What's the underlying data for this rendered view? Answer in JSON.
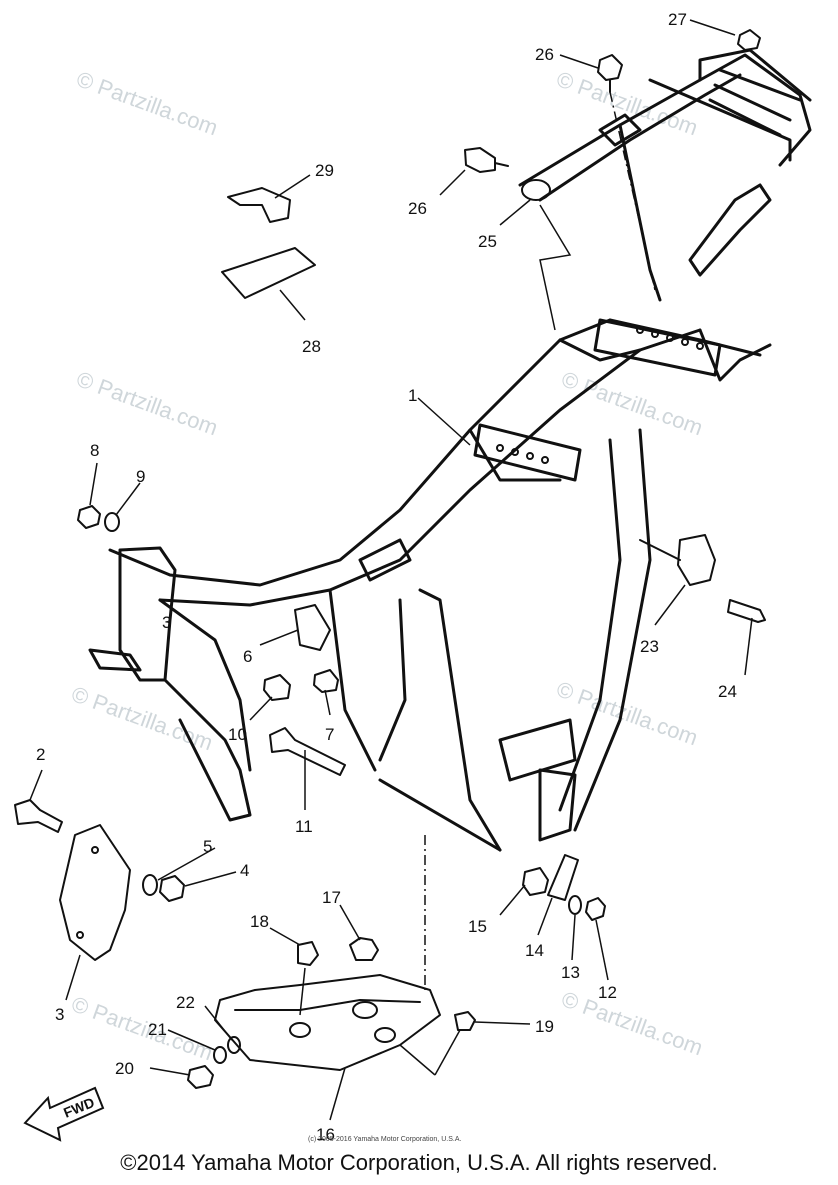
{
  "watermark": {
    "text": "© Partzilla.com"
  },
  "footer": {
    "copyright": "©2014 Yamaha Motor Corporation, U.S.A. All rights reserved.",
    "small_copyright": "(c) 2005-2016 Yamaha Motor Corporation, U.S.A."
  },
  "callouts": [
    "1",
    "2",
    "3",
    "3",
    "4",
    "5",
    "6",
    "7",
    "8",
    "9",
    "10",
    "11",
    "12",
    "13",
    "14",
    "15",
    "16",
    "17",
    "18",
    "19",
    "20",
    "21",
    "22",
    "23",
    "24",
    "25",
    "26",
    "26",
    "27",
    "28",
    "29"
  ],
  "fwd_arrow": {
    "label": "FWD"
  },
  "colors": {
    "ink": "#111111",
    "watermark": "#cfd6da",
    "background": "#ffffff"
  }
}
